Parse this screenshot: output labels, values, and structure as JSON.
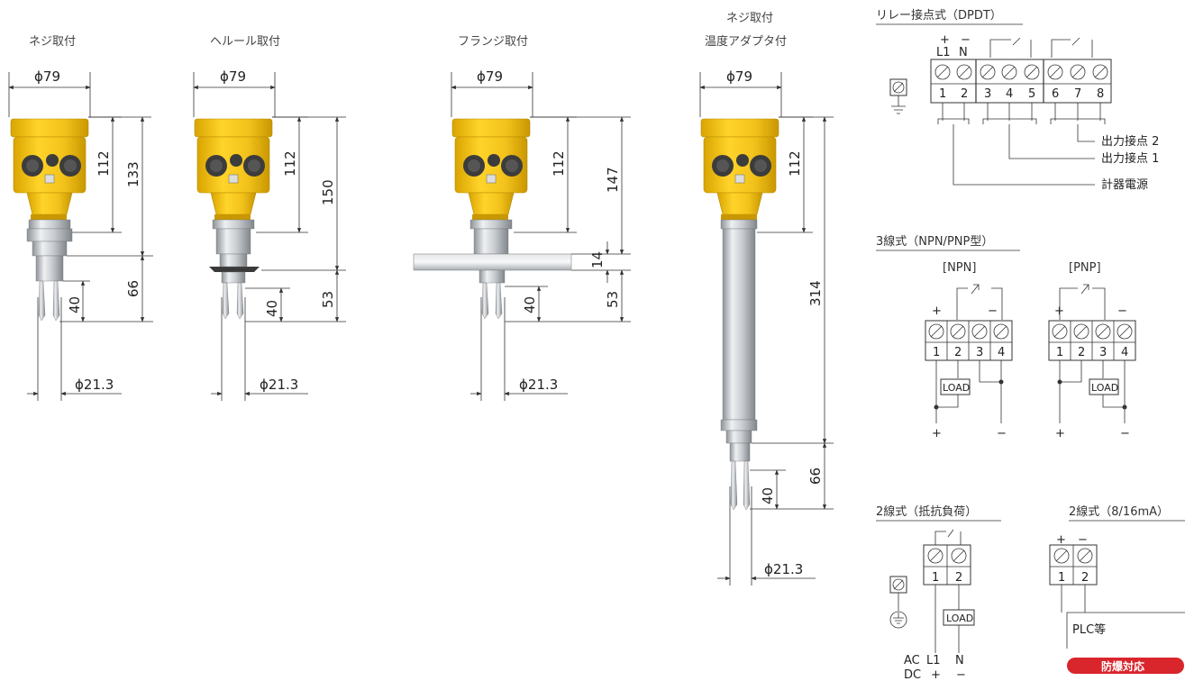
{
  "mounts": {
    "screw": {
      "label": "ネジ取付",
      "dia_top": "ϕ79",
      "dia_bottom": "ϕ21.3",
      "d1": "112",
      "d2": "133",
      "d3": "66",
      "d4": "40"
    },
    "ferrule": {
      "label": "ヘルール取付",
      "dia_top": "ϕ79",
      "dia_bottom": "ϕ21.3",
      "d1": "112",
      "d2": "150",
      "d3": "53",
      "d4": "40"
    },
    "flange": {
      "label": "フランジ取付",
      "dia_top": "ϕ79",
      "dia_bottom": "ϕ21.3",
      "d1": "112",
      "d2": "147",
      "d3": "14",
      "d4": "53",
      "d5": "40"
    },
    "adapter": {
      "label_line1": "ネジ取付",
      "label_line2": "温度アダプタ付",
      "dia_top": "ϕ79",
      "dia_bottom": "ϕ21.3",
      "d1": "112",
      "d2": "314",
      "d3": "66",
      "d4": "40"
    }
  },
  "wiring": {
    "relay": {
      "title": "リレー接点式（DPDT）",
      "polarity_plus": "+",
      "polarity_minus": "−",
      "l1": "L1",
      "n": "N",
      "terminals": [
        "1",
        "2",
        "3",
        "4",
        "5",
        "6",
        "7",
        "8"
      ],
      "out2": "出力接点 2",
      "out1": "出力接点 1",
      "power": "計器電源"
    },
    "three_wire": {
      "title": "3線式（NPN/PNP型）",
      "npn": "[NPN]",
      "pnp": "[PNP]",
      "terminals": [
        "1",
        "2",
        "3",
        "4"
      ],
      "load": "LOAD",
      "plus": "+",
      "minus": "−"
    },
    "two_wire_r": {
      "title": "2線式（抵抗負荷）",
      "terminals": [
        "1",
        "2"
      ],
      "load": "LOAD",
      "ac": "AC",
      "l1": "L1",
      "n": "N",
      "dc": "DC",
      "plus": "+",
      "minus": "−"
    },
    "two_wire_ma": {
      "title": "2線式（8/16mA）",
      "terminals": [
        "1",
        "2"
      ],
      "plus": "+",
      "minus": "−",
      "plc": "PLC等",
      "badge": "防爆対応"
    }
  },
  "colors": {
    "housing": "#f2c21b",
    "housing_dark": "#d9a400",
    "steel": "#c8ccd0",
    "badge": "#d9262c"
  }
}
